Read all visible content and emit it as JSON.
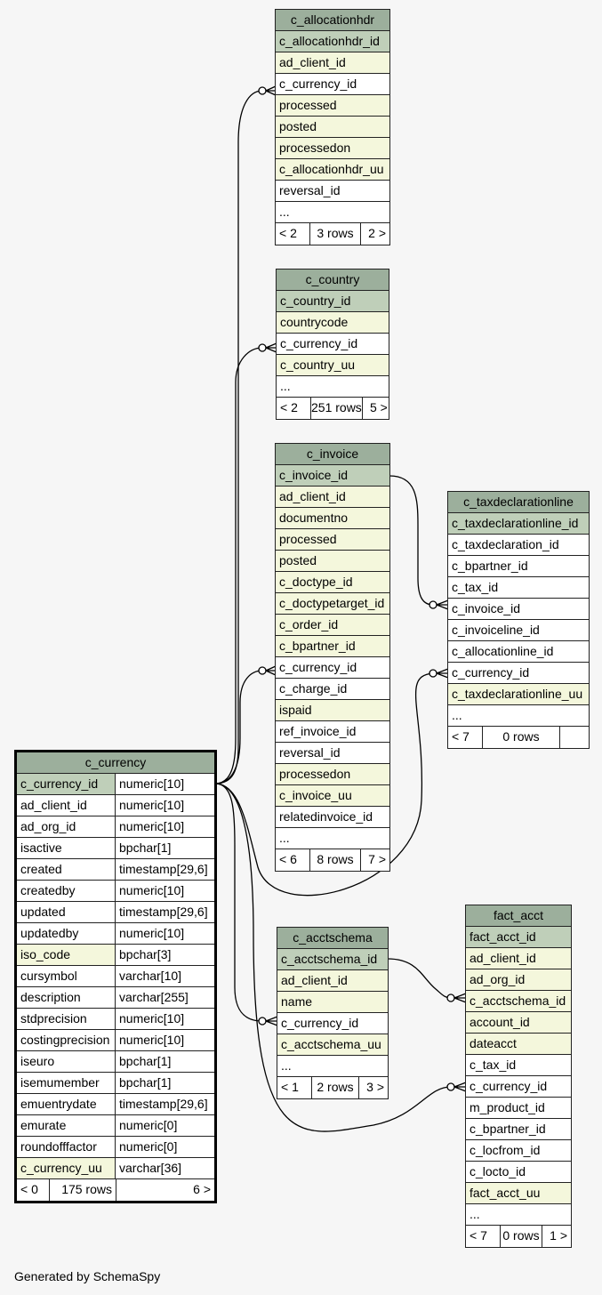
{
  "tables": {
    "c_allocationhdr": {
      "name": "c_allocationhdr",
      "columns": [
        {
          "name": "c_allocationhdr_id",
          "kind": "pk"
        },
        {
          "name": "ad_client_id",
          "kind": "idx"
        },
        {
          "name": "c_currency_id",
          "kind": "plain"
        },
        {
          "name": "processed",
          "kind": "idx"
        },
        {
          "name": "posted",
          "kind": "idx"
        },
        {
          "name": "processedon",
          "kind": "idx"
        },
        {
          "name": "c_allocationhdr_uu",
          "kind": "idx"
        },
        {
          "name": "reversal_id",
          "kind": "plain"
        },
        {
          "name": "...",
          "kind": "plain"
        }
      ],
      "footer": {
        "left": "< 2",
        "mid": "3 rows",
        "right": "2 >"
      }
    },
    "c_country": {
      "name": "c_country",
      "columns": [
        {
          "name": "c_country_id",
          "kind": "pk"
        },
        {
          "name": "countrycode",
          "kind": "idx"
        },
        {
          "name": "c_currency_id",
          "kind": "plain"
        },
        {
          "name": "c_country_uu",
          "kind": "idx"
        },
        {
          "name": "...",
          "kind": "plain"
        }
      ],
      "footer": {
        "left": "< 2",
        "mid": "251 rows",
        "right": "5 >"
      }
    },
    "c_invoice": {
      "name": "c_invoice",
      "columns": [
        {
          "name": "c_invoice_id",
          "kind": "pk"
        },
        {
          "name": "ad_client_id",
          "kind": "idx"
        },
        {
          "name": "documentno",
          "kind": "idx"
        },
        {
          "name": "processed",
          "kind": "idx"
        },
        {
          "name": "posted",
          "kind": "idx"
        },
        {
          "name": "c_doctype_id",
          "kind": "idx"
        },
        {
          "name": "c_doctypetarget_id",
          "kind": "idx"
        },
        {
          "name": "c_order_id",
          "kind": "idx"
        },
        {
          "name": "c_bpartner_id",
          "kind": "idx"
        },
        {
          "name": "c_currency_id",
          "kind": "plain"
        },
        {
          "name": "c_charge_id",
          "kind": "plain"
        },
        {
          "name": "ispaid",
          "kind": "idx"
        },
        {
          "name": "ref_invoice_id",
          "kind": "plain"
        },
        {
          "name": "reversal_id",
          "kind": "plain"
        },
        {
          "name": "processedon",
          "kind": "idx"
        },
        {
          "name": "c_invoice_uu",
          "kind": "idx"
        },
        {
          "name": "relatedinvoice_id",
          "kind": "plain"
        },
        {
          "name": "...",
          "kind": "plain"
        }
      ],
      "footer": {
        "left": "< 6",
        "mid": "8 rows",
        "right": "7 >"
      }
    },
    "c_taxdeclarationline": {
      "name": "c_taxdeclarationline",
      "columns": [
        {
          "name": "c_taxdeclarationline_id",
          "kind": "pk"
        },
        {
          "name": "c_taxdeclaration_id",
          "kind": "plain"
        },
        {
          "name": "c_bpartner_id",
          "kind": "plain"
        },
        {
          "name": "c_tax_id",
          "kind": "plain"
        },
        {
          "name": "c_invoice_id",
          "kind": "plain"
        },
        {
          "name": "c_invoiceline_id",
          "kind": "plain"
        },
        {
          "name": "c_allocationline_id",
          "kind": "plain"
        },
        {
          "name": "c_currency_id",
          "kind": "plain"
        },
        {
          "name": "c_taxdeclarationline_uu",
          "kind": "idx"
        },
        {
          "name": "...",
          "kind": "plain"
        }
      ],
      "footer": {
        "left": "< 7",
        "mid": "0 rows",
        "right": ""
      }
    },
    "c_acctschema": {
      "name": "c_acctschema",
      "columns": [
        {
          "name": "c_acctschema_id",
          "kind": "pk"
        },
        {
          "name": "ad_client_id",
          "kind": "idx"
        },
        {
          "name": "name",
          "kind": "idx"
        },
        {
          "name": "c_currency_id",
          "kind": "plain"
        },
        {
          "name": "c_acctschema_uu",
          "kind": "idx"
        },
        {
          "name": "...",
          "kind": "plain"
        }
      ],
      "footer": {
        "left": "< 1",
        "mid": "2 rows",
        "right": "3 >"
      }
    },
    "fact_acct": {
      "name": "fact_acct",
      "columns": [
        {
          "name": "fact_acct_id",
          "kind": "pk"
        },
        {
          "name": "ad_client_id",
          "kind": "idx"
        },
        {
          "name": "ad_org_id",
          "kind": "idx"
        },
        {
          "name": "c_acctschema_id",
          "kind": "idx"
        },
        {
          "name": "account_id",
          "kind": "idx"
        },
        {
          "name": "dateacct",
          "kind": "idx"
        },
        {
          "name": "c_tax_id",
          "kind": "plain"
        },
        {
          "name": "c_currency_id",
          "kind": "plain"
        },
        {
          "name": "m_product_id",
          "kind": "plain"
        },
        {
          "name": "c_bpartner_id",
          "kind": "plain"
        },
        {
          "name": "c_locfrom_id",
          "kind": "plain"
        },
        {
          "name": "c_locto_id",
          "kind": "plain"
        },
        {
          "name": "fact_acct_uu",
          "kind": "idx"
        },
        {
          "name": "...",
          "kind": "plain"
        }
      ],
      "footer": {
        "left": "< 7",
        "mid": "0 rows",
        "right": "1 >"
      }
    },
    "c_currency": {
      "name": "c_currency",
      "columns": [
        {
          "name": "c_currency_id",
          "type": "numeric[10]",
          "kind": "pk"
        },
        {
          "name": "ad_client_id",
          "type": "numeric[10]",
          "kind": "plain"
        },
        {
          "name": "ad_org_id",
          "type": "numeric[10]",
          "kind": "plain"
        },
        {
          "name": "isactive",
          "type": "bpchar[1]",
          "kind": "plain"
        },
        {
          "name": "created",
          "type": "timestamp[29,6]",
          "kind": "plain"
        },
        {
          "name": "createdby",
          "type": "numeric[10]",
          "kind": "plain"
        },
        {
          "name": "updated",
          "type": "timestamp[29,6]",
          "kind": "plain"
        },
        {
          "name": "updatedby",
          "type": "numeric[10]",
          "kind": "plain"
        },
        {
          "name": "iso_code",
          "type": "bpchar[3]",
          "kind": "idx"
        },
        {
          "name": "cursymbol",
          "type": "varchar[10]",
          "kind": "plain"
        },
        {
          "name": "description",
          "type": "varchar[255]",
          "kind": "plain"
        },
        {
          "name": "stdprecision",
          "type": "numeric[10]",
          "kind": "plain"
        },
        {
          "name": "costingprecision",
          "type": "numeric[10]",
          "kind": "plain"
        },
        {
          "name": "iseuro",
          "type": "bpchar[1]",
          "kind": "plain"
        },
        {
          "name": "isemumember",
          "type": "bpchar[1]",
          "kind": "plain"
        },
        {
          "name": "emuentrydate",
          "type": "timestamp[29,6]",
          "kind": "plain"
        },
        {
          "name": "emurate",
          "type": "numeric[0]",
          "kind": "plain"
        },
        {
          "name": "roundofffactor",
          "type": "numeric[0]",
          "kind": "plain"
        },
        {
          "name": "c_currency_uu",
          "type": "varchar[36]",
          "kind": "idx"
        }
      ],
      "footer": {
        "left": "< 0",
        "mid": "175 rows",
        "right": "6 >"
      }
    }
  },
  "footer_text": "Generated by SchemaSpy",
  "colors": {
    "header": "#9caf9c",
    "primary_key": "#bfcfb9",
    "indexed": "#f4f7dc",
    "background": "#f6f6f6"
  }
}
